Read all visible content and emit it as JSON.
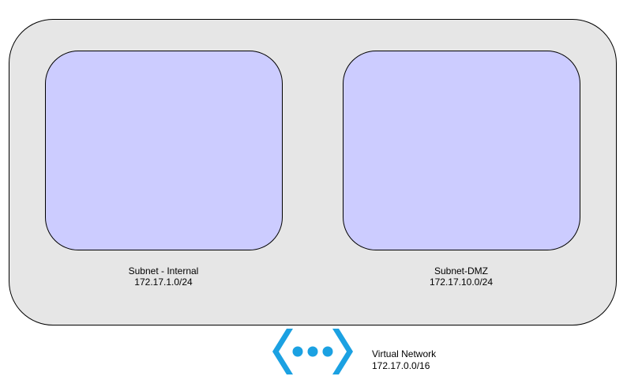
{
  "diagram": {
    "subnets": [
      {
        "name": "Subnet - Internal",
        "cidr": "172.17.1.0/24"
      },
      {
        "name": "Subnet-DMZ",
        "cidr": "172.17.10.0/24"
      }
    ],
    "vnet": {
      "name": "Virtual Network",
      "cidr": "172.17.0.0/16",
      "icon": "virtual-network-icon"
    }
  },
  "colors": {
    "container_fill": "#e6e6e6",
    "subnet_fill": "#ccccff",
    "outline": "#000000",
    "vnet_icon": "#1ba1e2"
  }
}
